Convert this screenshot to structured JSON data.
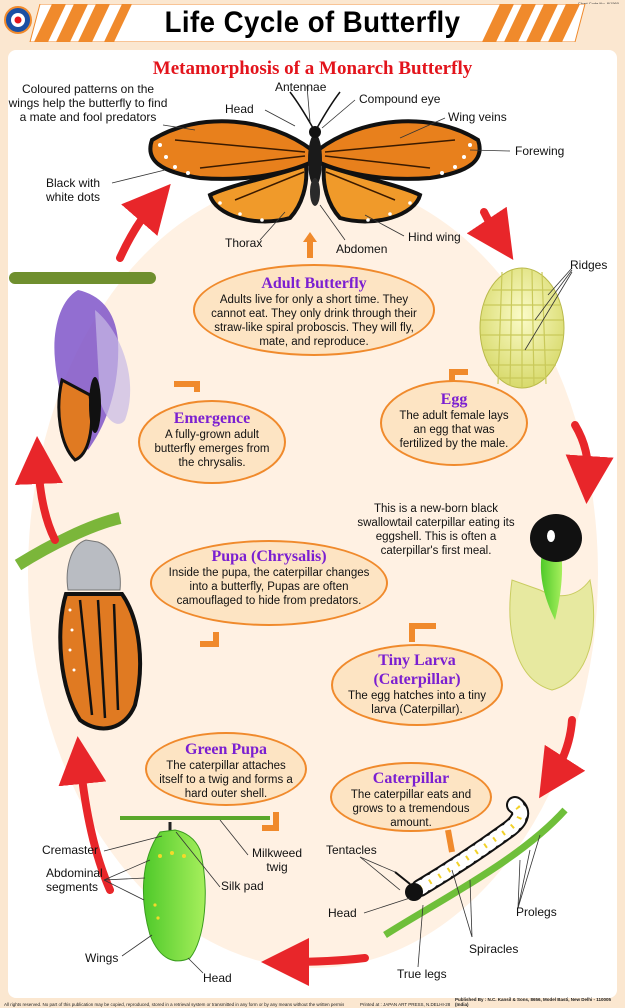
{
  "chart_code": "Chart Code No. 8/1560",
  "title": "Life Cycle of Butterfly",
  "subtitle": "Metamorphosis of a Monarch Butterfly",
  "colors": {
    "accent": "#f08a2c",
    "title_red": "#e3141c",
    "heading_purple": "#7b1fd1",
    "arrow_red": "#e8262a",
    "oval_fill": "#fff1e3"
  },
  "butterfly_labels": {
    "coloured_patterns": "Coloured patterns on the wings help the butterfly to find a mate and fool predators",
    "head": "Head",
    "antennae": "Antennae",
    "compound_eye": "Compound eye",
    "wing_veins": "Wing veins",
    "forewing": "Forewing",
    "black_dots": "Black with white dots",
    "thorax": "Thorax",
    "abdomen": "Abdomen",
    "hind_wing": "Hind wing"
  },
  "stages": {
    "adult": {
      "title": "Adult Butterfly",
      "text": "Adults live for only a short time. They cannot eat. They only drink through their straw-like spiral proboscis. They will fly, mate, and reproduce."
    },
    "egg": {
      "title": "Egg",
      "text": "The adult female lays an egg that was fertilized by the male."
    },
    "emergence": {
      "title": "Emergence",
      "text": "A fully-grown adult butterfly emerges from the chrysalis."
    },
    "pupa": {
      "title": "Pupa (Chrysalis)",
      "text": "Inside the pupa, the caterpillar changes into a butterfly, Pupas are often camouflaged to hide from predators."
    },
    "tiny_larva": {
      "title": "Tiny Larva (Caterpillar)",
      "text": "The egg hatches into a tiny larva (Caterpillar)."
    },
    "green_pupa": {
      "title": "Green Pupa",
      "text": "The caterpillar attaches itself to a twig and forms a hard outer shell."
    },
    "caterpillar": {
      "title": "Caterpillar",
      "text": "The caterpillar eats and grows to a tremendous amount."
    }
  },
  "egg_labels": {
    "ridges": "Ridges"
  },
  "newborn_note": "This is a new-born black swallowtail caterpillar eating its eggshell. This is often a caterpillar's first meal.",
  "pupa_labels": {
    "cremaster": "Cremaster",
    "abdominal_segments": "Abdominal segments",
    "silk_pad": "Silk pad",
    "milkweed_twig": "Milkweed twig",
    "wings": "Wings",
    "head": "Head"
  },
  "caterpillar_labels": {
    "tentacles": "Tentacles",
    "head": "Head",
    "prolegs": "Prolegs",
    "spiracles": "Spiracles",
    "true_legs": "True legs"
  },
  "footer": {
    "rights": "All rights reserved. No part of this publication may be copied, reproduced, stored in a retrieval system or transmitted in any form or by any means without the written permission of the publishers.",
    "printer": "Printed at : JAPAN ART PRESS, N.DELHI-28",
    "publisher": "Published By : N.C. Kansil & Sons, 8656, Model Basti, New Delhi - 110005 (India)"
  }
}
